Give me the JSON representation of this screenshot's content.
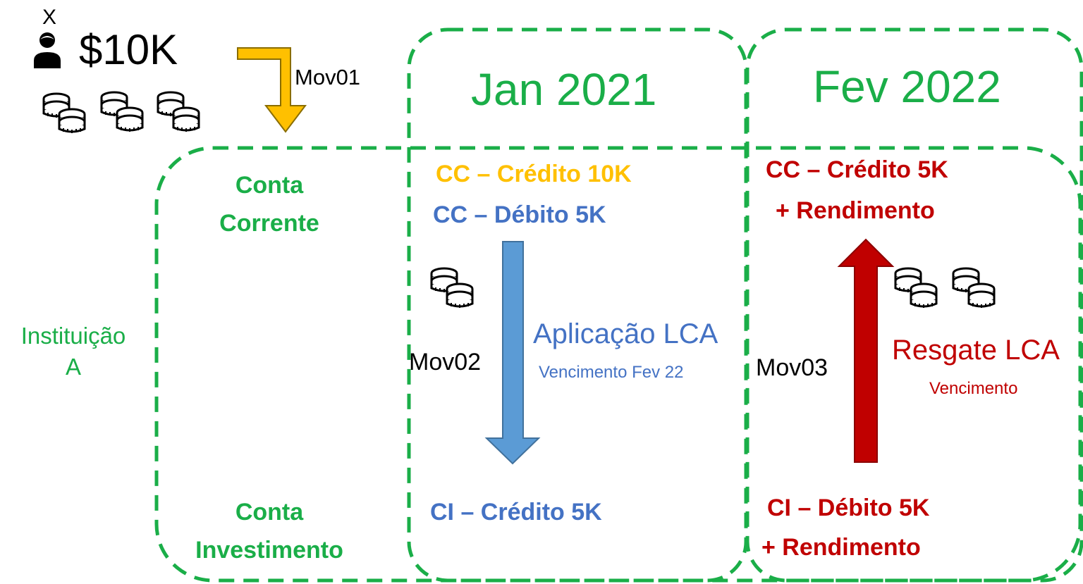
{
  "person": {
    "mark": "X",
    "amount": "$10K",
    "icon": "person-icon",
    "coins_icon": "coin-stacks-icon"
  },
  "mov01": {
    "label": "Mov01",
    "color": "#ffc000"
  },
  "periods": {
    "jan": "Jan 2021",
    "fev": "Fev 2022"
  },
  "institution": {
    "line1": "Instituição",
    "line2": "A"
  },
  "accounts": {
    "corrente": {
      "line1": "Conta",
      "line2": "Corrente"
    },
    "investimento": {
      "line1": "Conta",
      "line2": "Investimento"
    }
  },
  "jan": {
    "cc_credit": "CC – Crédito 10K",
    "cc_debit": "CC – Débito 5K",
    "ci_credit": "CI – Crédito 5K",
    "mov_label": "Mov02",
    "operation": "Aplicação LCA",
    "operation_note": "Vencimento Fev 22"
  },
  "fev": {
    "cc_credit_line1": "CC – Crédito 5K",
    "cc_credit_line2": "+ Rendimento",
    "ci_debit_line1": "CI – Débito 5K",
    "ci_debit_line2": "+ Rendimento",
    "mov_label": "Mov03",
    "operation": "Resgate LCA",
    "operation_note": "Vencimento"
  },
  "colors": {
    "green": "#1aae48",
    "orange": "#ffc000",
    "blue": "#4472c4",
    "arrow_blue": "#5b9bd5",
    "red": "#c00000"
  }
}
